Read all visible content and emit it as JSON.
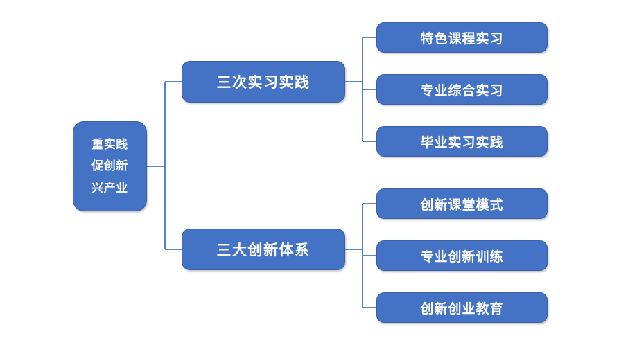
{
  "diagram": {
    "type": "horizontal-tree",
    "theme": {
      "node_fill": "#4472C4",
      "node_border": "#3A5EA8",
      "node_text": "#FFFFFF",
      "connector": "#4472C4",
      "background": "#FFFFFF"
    },
    "root": {
      "id": "root",
      "lines": [
        "重实践",
        "促创新",
        "兴产业"
      ]
    },
    "branches": [
      {
        "id": "branch-1",
        "label": "三次实习实践",
        "children": [
          {
            "id": "leaf-1-1",
            "label": "特色课程实习"
          },
          {
            "id": "leaf-1-2",
            "label": "专业综合实习"
          },
          {
            "id": "leaf-1-3",
            "label": "毕业实习实践"
          }
        ]
      },
      {
        "id": "branch-2",
        "label": "三大创新体系",
        "children": [
          {
            "id": "leaf-2-1",
            "label": "创新课堂模式"
          },
          {
            "id": "leaf-2-2",
            "label": "专业创新训练"
          },
          {
            "id": "leaf-2-3",
            "label": "创新创业教育"
          }
        ]
      }
    ]
  }
}
